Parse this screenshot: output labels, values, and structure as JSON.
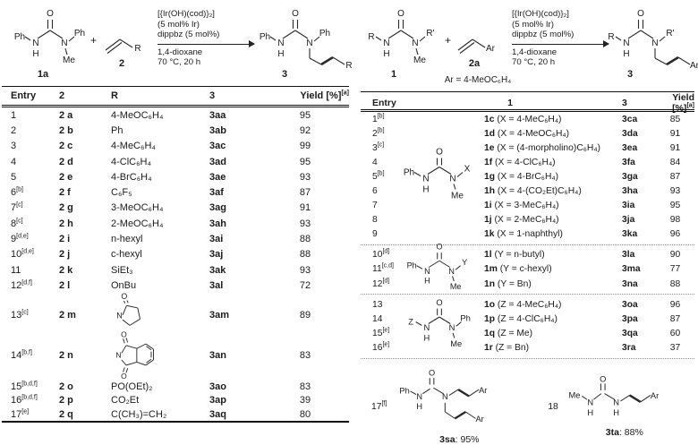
{
  "colors": {
    "bg": "#ffffff",
    "text": "#1b1b1b",
    "rule": "#111111",
    "dotted": "#8d8d8d"
  },
  "atoms": {
    "N": "N",
    "H": "H",
    "O": "O",
    "Me": "Me",
    "Ph": "Ph",
    "R": "R",
    "Rprime": "R'",
    "Ar": "Ar",
    "X": "X",
    "Y": "Y",
    "Z": "Z"
  },
  "conditions": {
    "l1": "[{Ir(OH)(cod)}₂]",
    "l2": "(5 mol% Ir)",
    "l3": "dippbz (5 mol%)",
    "l4": "1,4-dioxane",
    "l5": "70 °C, 20 h"
  },
  "scheme_left": {
    "plus": "+",
    "reactant_label": "1a",
    "alkene_label": "2",
    "product_label": "3"
  },
  "scheme_right": {
    "plus": "+",
    "reactant_label": "1",
    "alkene_label": "2a",
    "product_label": "3",
    "ar_note": "Ar = 4-MeOC₆H₄"
  },
  "left_table": {
    "headers": {
      "entry": "Entry",
      "c2": "2",
      "r": "R",
      "c3": "3",
      "yield": "Yield [%]",
      "sup": "[a]"
    },
    "rows": [
      {
        "e": "1",
        "sup": "",
        "c": "2 a",
        "r": "4-MeOC₆H₄",
        "p": "3aa",
        "y": "95"
      },
      {
        "e": "2",
        "sup": "",
        "c": "2 b",
        "r": "Ph",
        "p": "3ab",
        "y": "92"
      },
      {
        "e": "3",
        "sup": "",
        "c": "2 c",
        "r": "4-MeC₆H₄",
        "p": "3ac",
        "y": "99"
      },
      {
        "e": "4",
        "sup": "",
        "c": "2 d",
        "r": "4-ClC₆H₄",
        "p": "3ad",
        "y": "95"
      },
      {
        "e": "5",
        "sup": "",
        "c": "2 e",
        "r": "4-BrC₆H₄",
        "p": "3ae",
        "y": "93"
      },
      {
        "e": "6",
        "sup": "[b]",
        "c": "2 f",
        "r": "C₆F₅",
        "p": "3af",
        "y": "87"
      },
      {
        "e": "7",
        "sup": "[c]",
        "c": "2 g",
        "r": "3-MeOC₆H₄",
        "p": "3ag",
        "y": "91"
      },
      {
        "e": "8",
        "sup": "[c]",
        "c": "2 h",
        "r": "2-MeOC₆H₄",
        "p": "3ah",
        "y": "93"
      },
      {
        "e": "9",
        "sup": "[d,e]",
        "c": "2 i",
        "r": "n-hexyl",
        "p": "3ai",
        "y": "88"
      },
      {
        "e": "10",
        "sup": "[d,e]",
        "c": "2 j",
        "r": "c-hexyl",
        "p": "3aj",
        "y": "88"
      },
      {
        "e": "11",
        "sup": "",
        "c": "2 k",
        "r": "SiEt₃",
        "p": "3ak",
        "y": "93"
      },
      {
        "e": "12",
        "sup": "[d,f]",
        "c": "2 l",
        "r": "OnBu",
        "p": "3al",
        "y": "72"
      },
      {
        "e": "13",
        "sup": "[c]",
        "c": "2 m",
        "r_structure": "2-oxopyrrolidin-1-yl",
        "p": "3am",
        "y": "89"
      },
      {
        "e": "14",
        "sup": "[b,f]",
        "c": "2 n",
        "r_structure": "phthalimid-1-yl",
        "p": "3an",
        "y": "83"
      },
      {
        "e": "15",
        "sup": "[b,d,f]",
        "c": "2 o",
        "r": "PO(OEt)₂",
        "p": "3ao",
        "y": "83"
      },
      {
        "e": "16",
        "sup": "[b,d,f]",
        "c": "2 p",
        "r": "CO₂Et",
        "p": "3ap",
        "y": "39"
      },
      {
        "e": "17",
        "sup": "[e]",
        "c": "2 q",
        "r": "C(CH₃)=CH₂",
        "p": "3aq",
        "y": "80"
      }
    ]
  },
  "right_table": {
    "headers": {
      "entry": "Entry",
      "c1": "1",
      "c3": "3",
      "yield": "Yield [%]",
      "sup": "[a]"
    },
    "group_a": {
      "structure": "Ph-NH-C(=O)-N(Me)-X urea",
      "rows": [
        {
          "e": "1",
          "sup": "[b]",
          "b": "1c",
          "rest": " (X = 4-MeC₆H₄)",
          "p": "3ca",
          "y": "85"
        },
        {
          "e": "2",
          "sup": "[b]",
          "b": "1d",
          "rest": " (X = 4-MeOC₆H₄)",
          "p": "3da",
          "y": "91"
        },
        {
          "e": "3",
          "sup": "[c]",
          "b": "1e",
          "rest": " (X = (4-morpholino)C₆H₄)",
          "p": "3ea",
          "y": "91"
        },
        {
          "e": "4",
          "sup": "",
          "b": "1f",
          "rest": " (X = 4-ClC₆H₄)",
          "p": "3fa",
          "y": "84"
        },
        {
          "e": "5",
          "sup": "[b]",
          "b": "1g",
          "rest": " (X = 4-BrC₆H₄)",
          "p": "3ga",
          "y": "87"
        },
        {
          "e": "6",
          "sup": "",
          "b": "1h",
          "rest": " (X = 4-(CO₂Et)C₆H₄)",
          "p": "3ha",
          "y": "93"
        },
        {
          "e": "7",
          "sup": "",
          "b": "1i",
          "rest": " (X = 3-MeC₆H₄)",
          "p": "3ia",
          "y": "95"
        },
        {
          "e": "8",
          "sup": "",
          "b": "1j",
          "rest": " (X = 2-MeC₆H₄)",
          "p": "3ja",
          "y": "98"
        },
        {
          "e": "9",
          "sup": "",
          "b": "1k",
          "rest": " (X = 1-naphthyl)",
          "p": "3ka",
          "y": "96"
        }
      ]
    },
    "group_b": {
      "structure": "Ph-NH-C(=O)-N(Me)-Y urea",
      "rows": [
        {
          "e": "10",
          "sup": "[d]",
          "b": "1l",
          "rest": " (Y = n-butyl)",
          "p": "3la",
          "y": "90"
        },
        {
          "e": "11",
          "sup": "[c,d]",
          "b": "1m",
          "rest": " (Y = c-hexyl)",
          "p": "3ma",
          "y": "77"
        },
        {
          "e": "12",
          "sup": "[d]",
          "b": "1n",
          "rest": " (Y = Bn)",
          "p": "3na",
          "y": "88"
        }
      ]
    },
    "group_c": {
      "structure": "Z-NH-C(=O)-N(Me)-Ph urea",
      "rows": [
        {
          "e": "13",
          "sup": "",
          "b": "1o",
          "rest": " (Z = 4-MeC₆H₄)",
          "p": "3oa",
          "y": "96"
        },
        {
          "e": "14",
          "sup": "",
          "b": "1p",
          "rest": " (Z = 4-ClC₆H₄)",
          "p": "3pa",
          "y": "87"
        },
        {
          "e": "15",
          "sup": "[e]",
          "b": "1q",
          "rest": " (Z = Me)",
          "p": "3qa",
          "y": "60"
        },
        {
          "e": "16",
          "sup": "[e]",
          "b": "1r",
          "rest": " (Z = Bn)",
          "p": "3ra",
          "y": "37"
        }
      ]
    },
    "bottom": {
      "e17": "17",
      "e17sup": "[f]",
      "p17b": "3sa",
      "p17rest": ": 95%",
      "e18": "18",
      "e18sup": "",
      "p18b": "3ta",
      "p18rest": ": 88%"
    }
  }
}
